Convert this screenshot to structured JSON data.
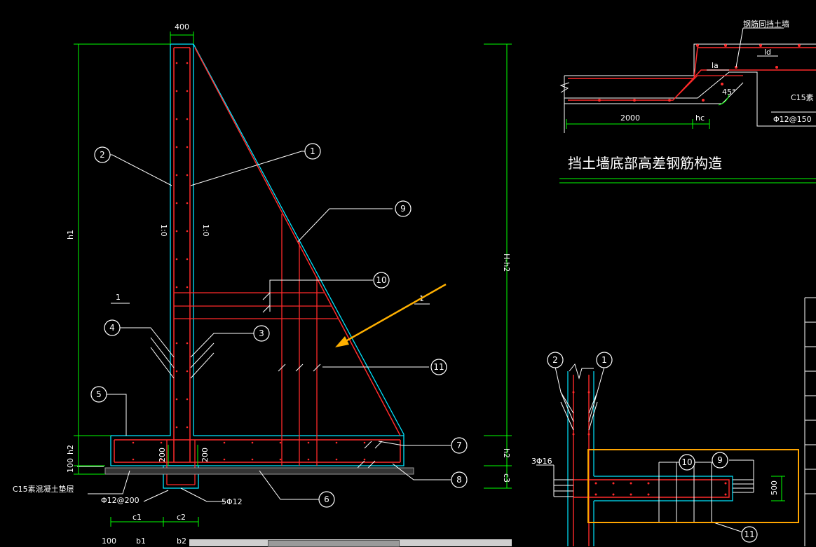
{
  "dims": {
    "top_width": "400",
    "h1": "h1",
    "h2_left": "h2",
    "d100_left": "100",
    "d200_left": "200",
    "d200_right": "200",
    "H_h2": "H-h2",
    "h2_right": "h2",
    "c3": "c3",
    "c1": "c1",
    "c2": "c2",
    "d100_bottom": "100",
    "b1": "b1",
    "b2": "b2",
    "slope_left": "1:0",
    "slope_right": "1:0",
    "d2000": "2000",
    "hc": "hc",
    "d500": "500"
  },
  "labels": {
    "section_mark_left": "1",
    "section_mark_right": "1",
    "c15_pad": "C15素混凝土垫层",
    "phi12_200": "Φ12@200",
    "five_phi12": "5Φ12",
    "three_phi16": "3Φ16",
    "rebar_same_as_wall": "钢筋同挡土墙",
    "la": "la",
    "ld": "ld",
    "c15_partial": "C15素",
    "phi12_150": "Φ12@150",
    "angle_45": "45°",
    "detail_title": "挡土墙底部高差钢筋构造"
  },
  "callouts": {
    "c1": "1",
    "c2": "2",
    "c3": "3",
    "c4": "4",
    "c5": "5",
    "c6": "6",
    "c7": "7",
    "c8": "8",
    "c9": "9",
    "c10": "10",
    "c11": "11",
    "r1": "1",
    "r2": "2",
    "r9": "9",
    "r10": "10",
    "r11": "11"
  },
  "colors": {
    "background": "#000000",
    "outline": "#00e5ff",
    "rebar": "#ff2a2a",
    "dimension": "#00ff00",
    "leader": "#ffffff",
    "highlight_arrow": "#ffb000",
    "highlight_box": "#ffa500"
  }
}
